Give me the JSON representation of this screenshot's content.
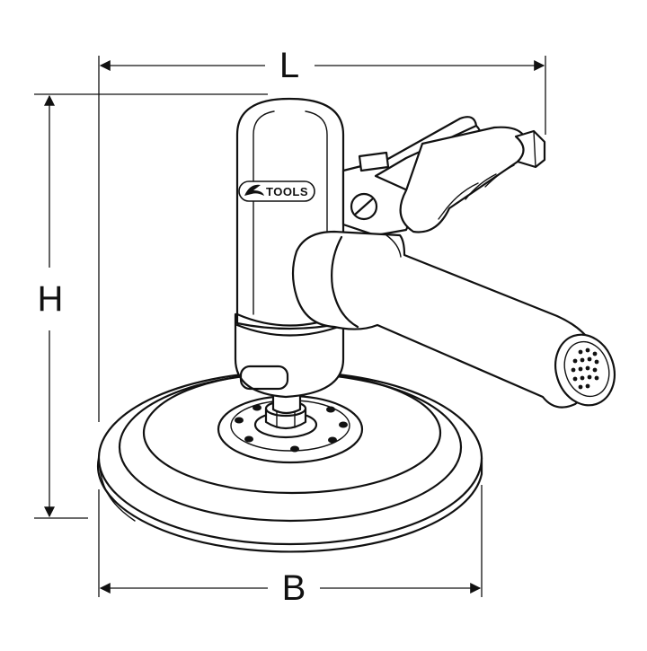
{
  "dimensions": {
    "length_label": "L",
    "height_label": "H",
    "base_label": "B"
  },
  "brand": {
    "logo_text": "TOOLS"
  },
  "icons": [
    "arrowhead-icon",
    "ks-tools-logo-icon",
    "vent-holes-icon"
  ]
}
